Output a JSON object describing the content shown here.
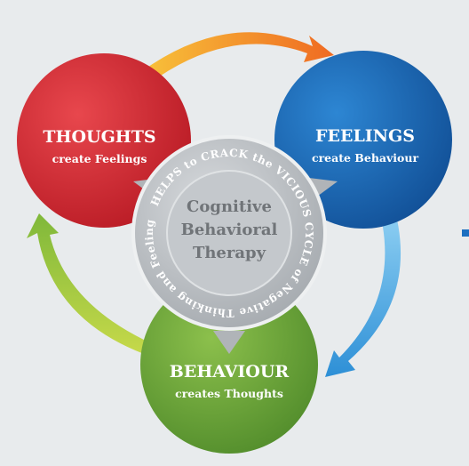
{
  "nodes": {
    "thoughts": {
      "title": "THOUGHTS",
      "subtitle": "create Feelings"
    },
    "feelings": {
      "title": "FEELINGS",
      "subtitle": "create Behaviour"
    },
    "behaviour": {
      "title": "BEHAVIOUR",
      "subtitle": "creates Thoughts"
    }
  },
  "center": {
    "line1": "Cognitive",
    "line2": "Behavioral",
    "line3": "Therapy",
    "ring_text": "HELPS to CRACK the VICIOUS CYCLE of Negative Thinking and Feeling"
  },
  "colors": {
    "background": "#e8ebed",
    "thoughts": "#d4242e",
    "feelings": "#1c68b6",
    "behaviour": "#6ea23a",
    "center": "#b8bcc0",
    "arrow_top": "#f39a2a",
    "arrow_right": "#4aa7e0",
    "arrow_left": "#9fc53c"
  }
}
